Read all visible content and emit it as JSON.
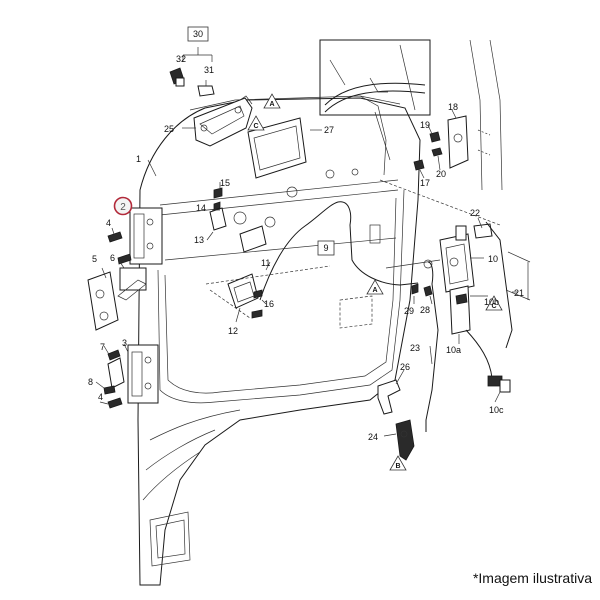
{
  "caption": "*Imagem ilustrativa",
  "highlight": {
    "id": "2",
    "color": "#b22a3a"
  },
  "boxed_labels": [
    "30",
    "9"
  ],
  "triangle_labels": [
    "A",
    "C",
    "A",
    "C",
    "B"
  ],
  "part_labels": [
    "32",
    "31",
    "1",
    "25",
    "27",
    "19",
    "18",
    "15",
    "4",
    "14",
    "13",
    "16",
    "11",
    "12",
    "5",
    "6",
    "7",
    "3",
    "8",
    "4",
    "17",
    "20",
    "22",
    "10",
    "21",
    "10b",
    "29",
    "28",
    "10a",
    "23",
    "26",
    "24",
    "10c"
  ]
}
